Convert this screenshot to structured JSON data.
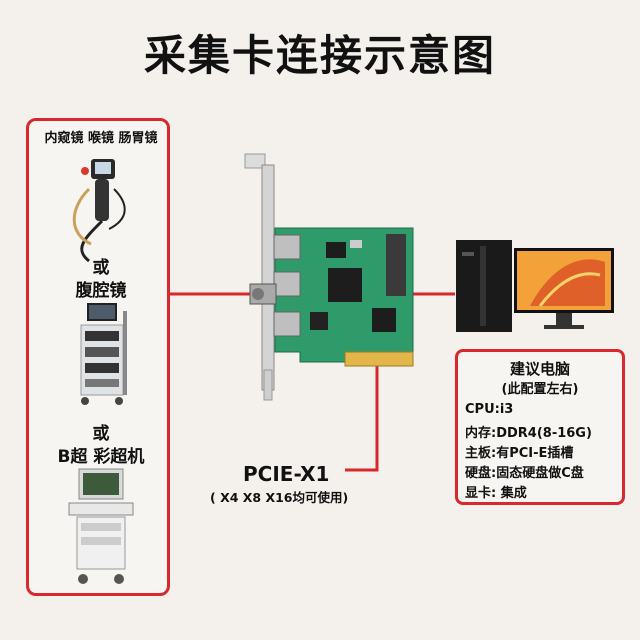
{
  "title": "采集卡连接示意图",
  "sources": {
    "endoscope_label": "内窥镜 喉镜 肠胃镜",
    "or_1": "或",
    "laparoscope_label": "腹腔镜",
    "or_2": "或",
    "ultrasound_label": "B超 彩超机"
  },
  "card": {
    "title": "PCIE-X1",
    "compat": "( X4 X8 X16均可使用)"
  },
  "computer": {
    "title": "建议电脑",
    "subtitle": "(此配置左右)",
    "specs": [
      "CPU:i3",
      "内存:DDR4(8-16G)",
      "主板:有PCI-E插槽",
      "硬盘:固态硬盘做C盘",
      "显卡: 集成"
    ]
  },
  "colors": {
    "accent": "#d8282d",
    "pcb": "#2f9a6a",
    "background": "#f4f1ec"
  }
}
